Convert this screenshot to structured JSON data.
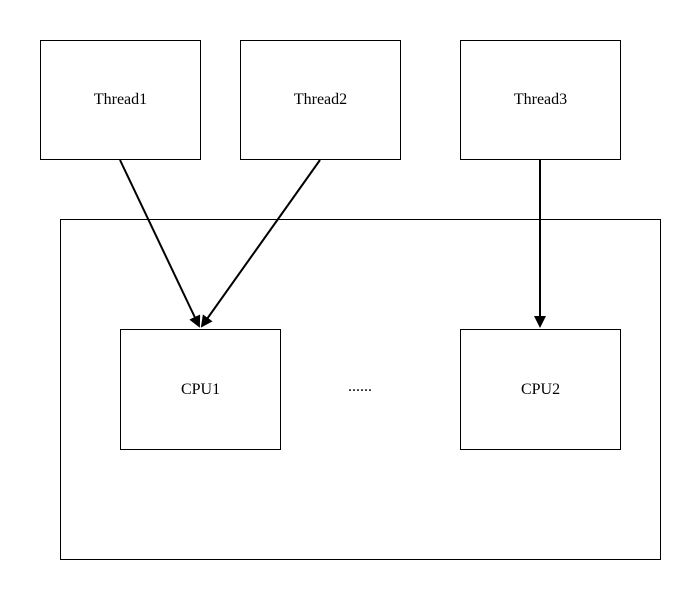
{
  "colors": {
    "stroke": "#000000",
    "background": "#ffffff",
    "text": "#000000"
  },
  "threads": [
    {
      "label": "Thread1"
    },
    {
      "label": "Thread2"
    },
    {
      "label": "Thread3"
    }
  ],
  "cpus": [
    {
      "label": "CPU1"
    },
    {
      "label": "CPU2"
    }
  ],
  "ellipsis": "......",
  "edges": [
    {
      "from": "Thread1",
      "to": "CPU1"
    },
    {
      "from": "Thread2",
      "to": "CPU1"
    },
    {
      "from": "Thread3",
      "to": "CPU2"
    }
  ]
}
